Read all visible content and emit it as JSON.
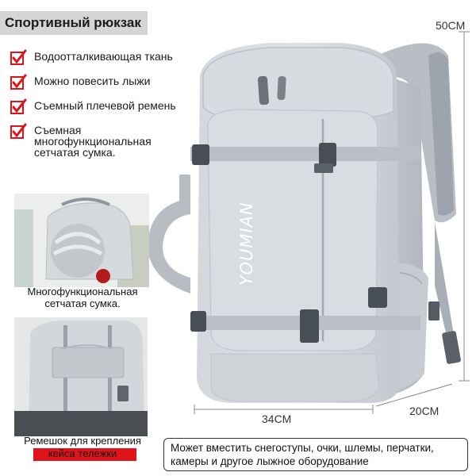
{
  "title": "Спортивный рюкзак",
  "features": [
    {
      "text": "Водоотталкивающая ткань",
      "icon": "red-check-icon"
    },
    {
      "text": "Можно повесить лыжи",
      "icon": "red-check-icon"
    },
    {
      "text": "Съемный плечевой ремень",
      "icon": "red-check-icon"
    },
    {
      "text": "Съемная многофункциональная сетчатая сумка.",
      "icon": "red-check-icon"
    }
  ],
  "dimensions": {
    "height": "50CM",
    "width": "34CM",
    "depth": "20CM"
  },
  "brand": "YOUMIAN",
  "captions": {
    "mesh_bag": "Многофункциональная сетчатая сумка.",
    "trolley_strap": "Ремешок для крепления кейса тележки"
  },
  "info_box": "Может вместить снегоступы, очки, шлемы, перчатки, камеры и другое лыжное оборудование",
  "colors": {
    "accent_red": "#e0131b",
    "bag_gray": "#cfd3d8",
    "badge": "#d5d5d7"
  }
}
